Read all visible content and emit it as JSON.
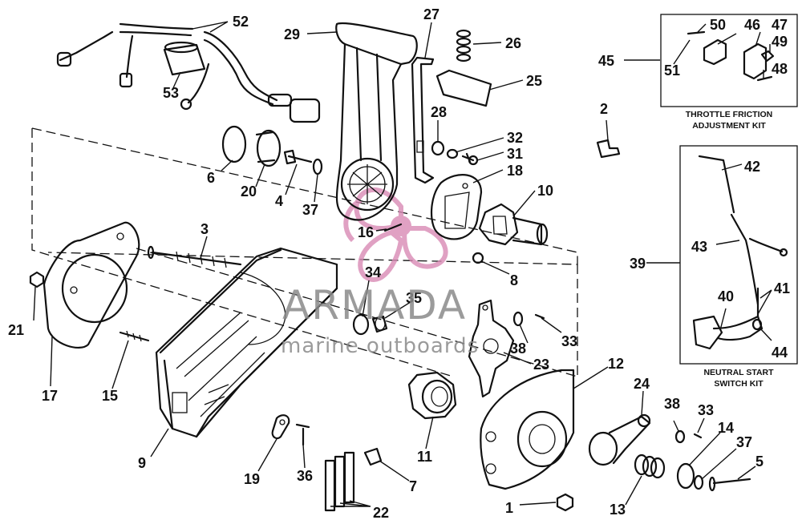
{
  "callouts": [
    {
      "id": "c52",
      "label": "52"
    },
    {
      "id": "c53",
      "label": "53"
    },
    {
      "id": "c29",
      "label": "29"
    },
    {
      "id": "c27",
      "label": "27"
    },
    {
      "id": "c26",
      "label": "26"
    },
    {
      "id": "c25",
      "label": "25"
    },
    {
      "id": "c28",
      "label": "28"
    },
    {
      "id": "c32",
      "label": "32"
    },
    {
      "id": "c31",
      "label": "31"
    },
    {
      "id": "c18",
      "label": "18"
    },
    {
      "id": "c10",
      "label": "10"
    },
    {
      "id": "c6",
      "label": "6"
    },
    {
      "id": "c20",
      "label": "20"
    },
    {
      "id": "c4",
      "label": "4"
    },
    {
      "id": "c37a",
      "label": "37"
    },
    {
      "id": "c16",
      "label": "16"
    },
    {
      "id": "c8",
      "label": "8"
    },
    {
      "id": "c3",
      "label": "3"
    },
    {
      "id": "c34",
      "label": "34"
    },
    {
      "id": "c35",
      "label": "35"
    },
    {
      "id": "c21",
      "label": "21"
    },
    {
      "id": "c17",
      "label": "17"
    },
    {
      "id": "c15",
      "label": "15"
    },
    {
      "id": "c9",
      "label": "9"
    },
    {
      "id": "c38a",
      "label": "38"
    },
    {
      "id": "c33a",
      "label": "33"
    },
    {
      "id": "c23",
      "label": "23"
    },
    {
      "id": "c12",
      "label": "12"
    },
    {
      "id": "c24",
      "label": "24"
    },
    {
      "id": "c11",
      "label": "11"
    },
    {
      "id": "c19",
      "label": "19"
    },
    {
      "id": "c36",
      "label": "36"
    },
    {
      "id": "c7",
      "label": "7"
    },
    {
      "id": "c22",
      "label": "22"
    },
    {
      "id": "c1",
      "label": "1"
    },
    {
      "id": "c13",
      "label": "13"
    },
    {
      "id": "c38b",
      "label": "38"
    },
    {
      "id": "c33b",
      "label": "33"
    },
    {
      "id": "c14",
      "label": "14"
    },
    {
      "id": "c37b",
      "label": "37"
    },
    {
      "id": "c5",
      "label": "5"
    },
    {
      "id": "c2",
      "label": "2"
    },
    {
      "id": "c45",
      "label": "45"
    },
    {
      "id": "c50",
      "label": "50"
    },
    {
      "id": "c46",
      "label": "46"
    },
    {
      "id": "c47",
      "label": "47"
    },
    {
      "id": "c49",
      "label": "49"
    },
    {
      "id": "c48",
      "label": "48"
    },
    {
      "id": "c51",
      "label": "51"
    },
    {
      "id": "c42",
      "label": "42"
    },
    {
      "id": "c43",
      "label": "43"
    },
    {
      "id": "c39",
      "label": "39"
    },
    {
      "id": "c40",
      "label": "40"
    },
    {
      "id": "c41",
      "label": "41"
    },
    {
      "id": "c44",
      "label": "44"
    }
  ],
  "kits": {
    "throttle_line1": "THROTTLE FRICTION",
    "throttle_line2": "ADJUSTMENT KIT",
    "neutral_line1": "NEUTRAL START",
    "neutral_line2": "SWITCH KIT"
  },
  "watermark": {
    "brand": "ARMADA",
    "tagline": "marine outboards",
    "color": "#d98ab5"
  }
}
